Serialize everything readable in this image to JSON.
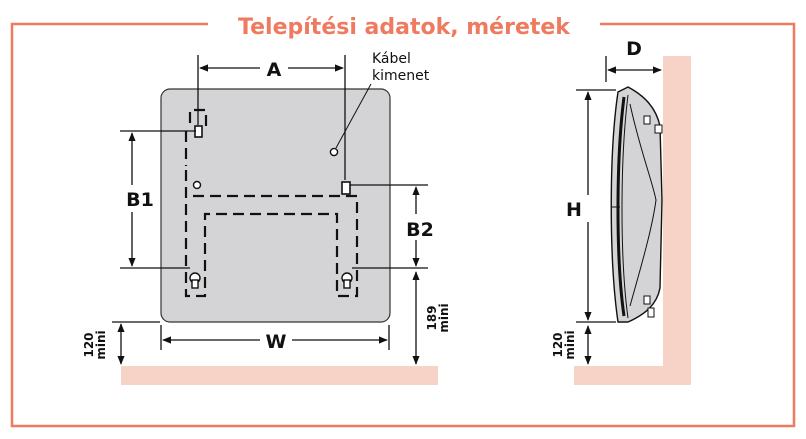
{
  "title": "Telepítési adatok, méretek",
  "front_view": {
    "label_A": "A",
    "label_B1": "B1",
    "label_B2": "B2",
    "label_W": "W",
    "cable_line1": "Kábel",
    "cable_line2": "kimenet",
    "min_floor_num": "120",
    "min_floor_word": "mini",
    "min_bracket_num": "189",
    "min_bracket_word": "mini"
  },
  "side_view": {
    "label_D": "D",
    "label_H": "H",
    "min_floor_num": "120",
    "min_floor_word": "mini"
  },
  "colors": {
    "accent": "#EE7B5F",
    "panel_fill": "#D4D4D6",
    "floor_fill": "#F7D2C7",
    "wall_fill": "#F7D2C7",
    "line": "#111111"
  }
}
